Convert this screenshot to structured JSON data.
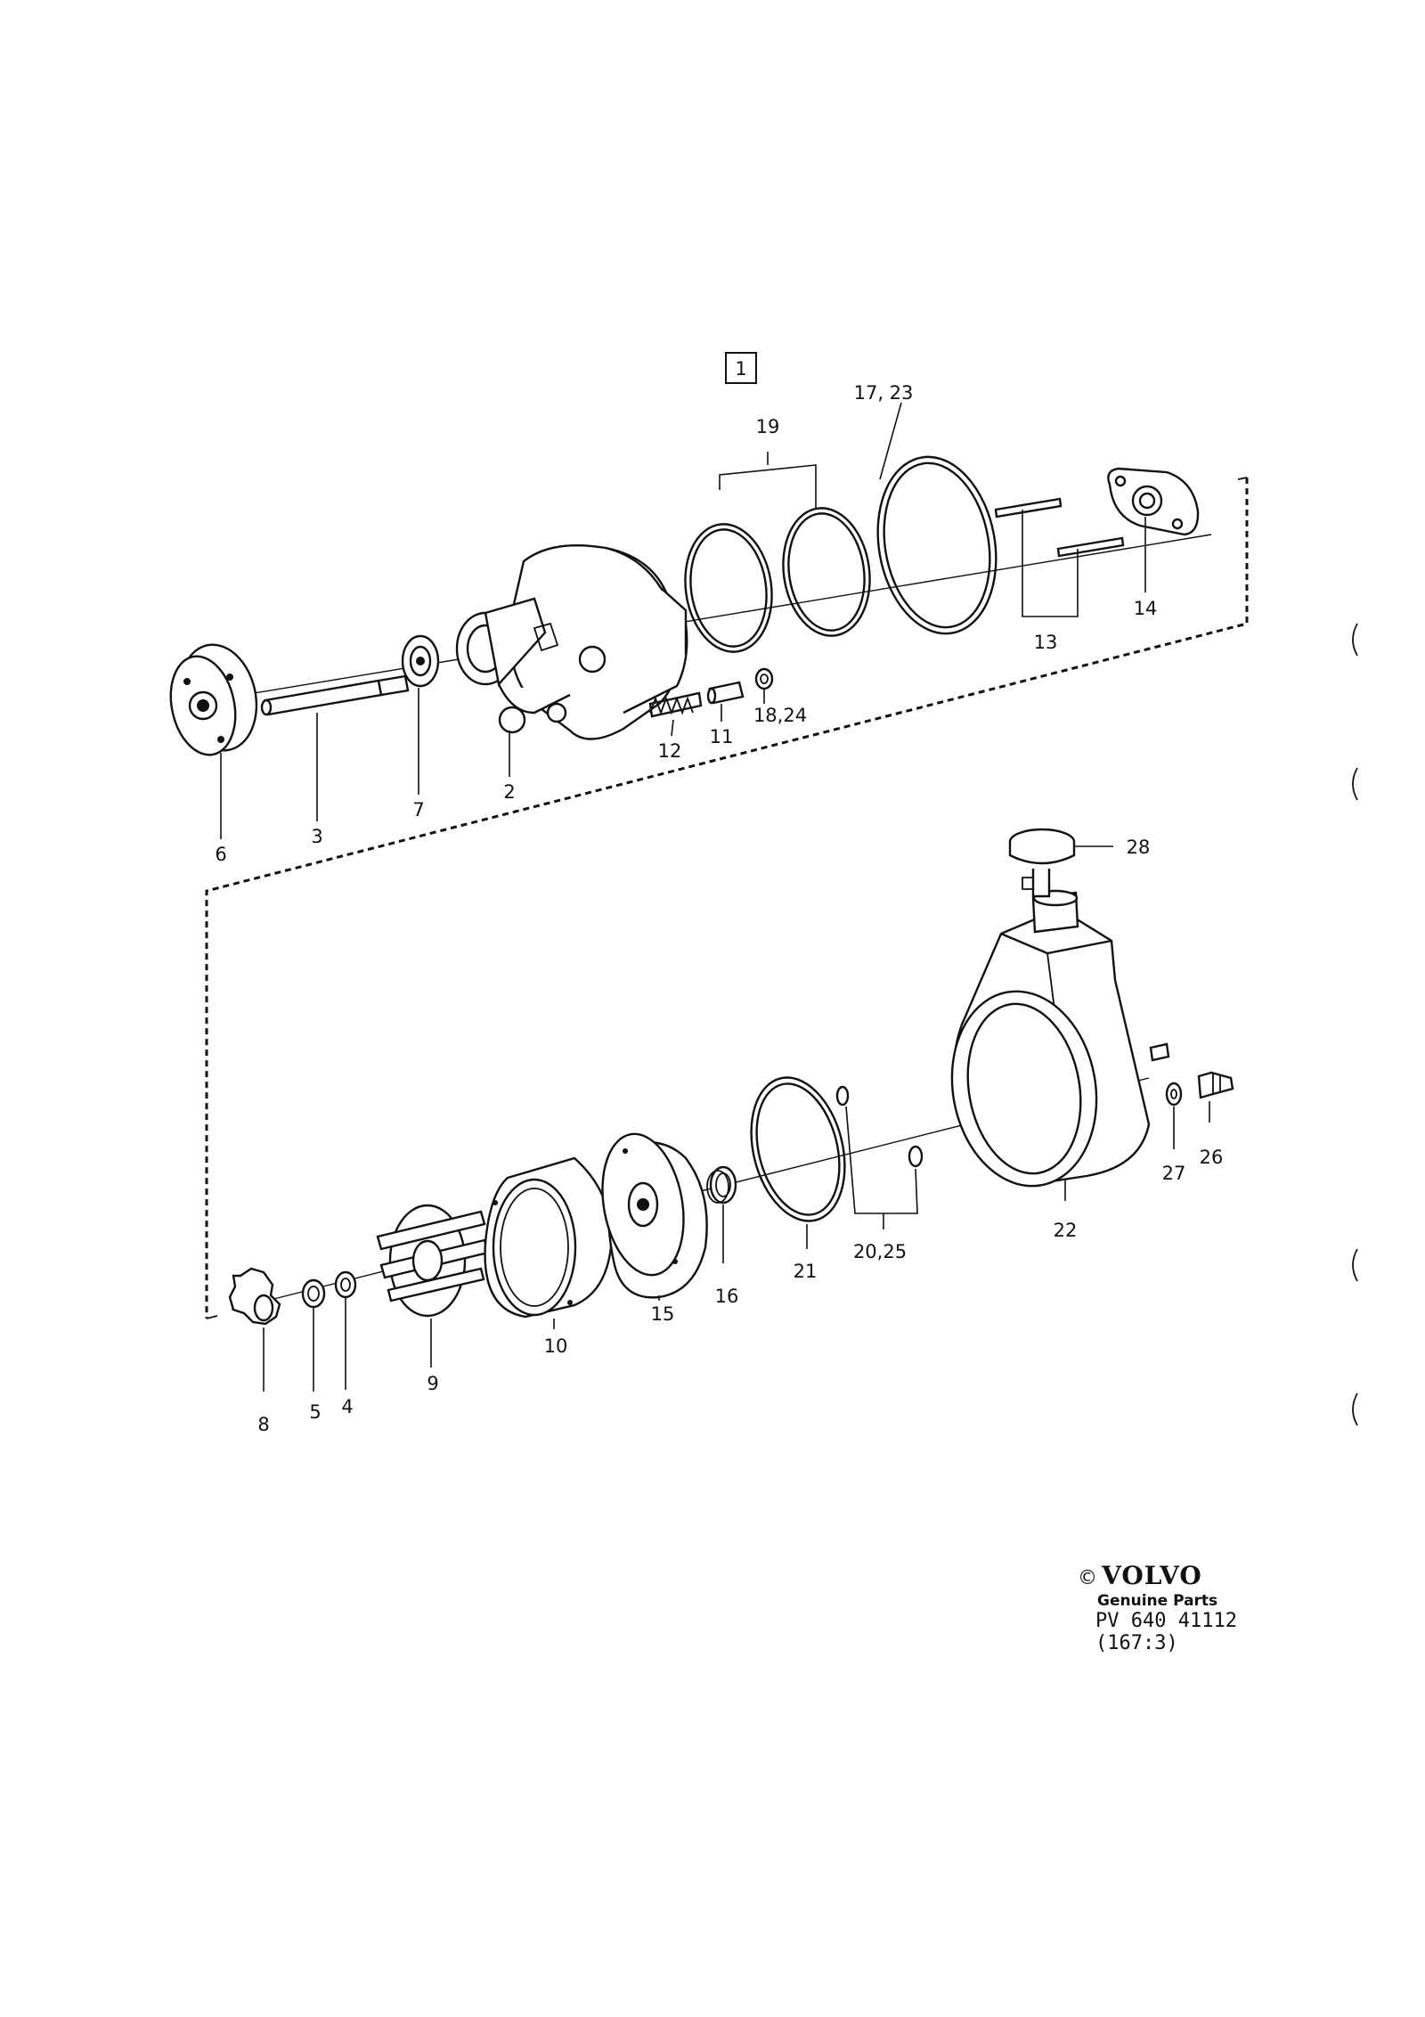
{
  "section_number": "1",
  "part_labels": {
    "p2": "2",
    "p3": "3",
    "p4": "4",
    "p5": "5",
    "p6": "6",
    "p7": "7",
    "p8": "8",
    "p9": "9",
    "p10": "10",
    "p11": "11",
    "p12": "12",
    "p13": "13",
    "p14": "14",
    "p15": "15",
    "p16": "16",
    "p17_23": "17, 23",
    "p18_24": "18,24",
    "p19": "19",
    "p20_25": "20,25",
    "p21": "21",
    "p22": "22",
    "p26": "26",
    "p27": "27",
    "p28": "28"
  },
  "footer": {
    "copyright": "©",
    "brand": "VOLVO",
    "subtitle": "Genuine Parts",
    "code": "PV 640 41112",
    "ref": "(167:3)"
  }
}
